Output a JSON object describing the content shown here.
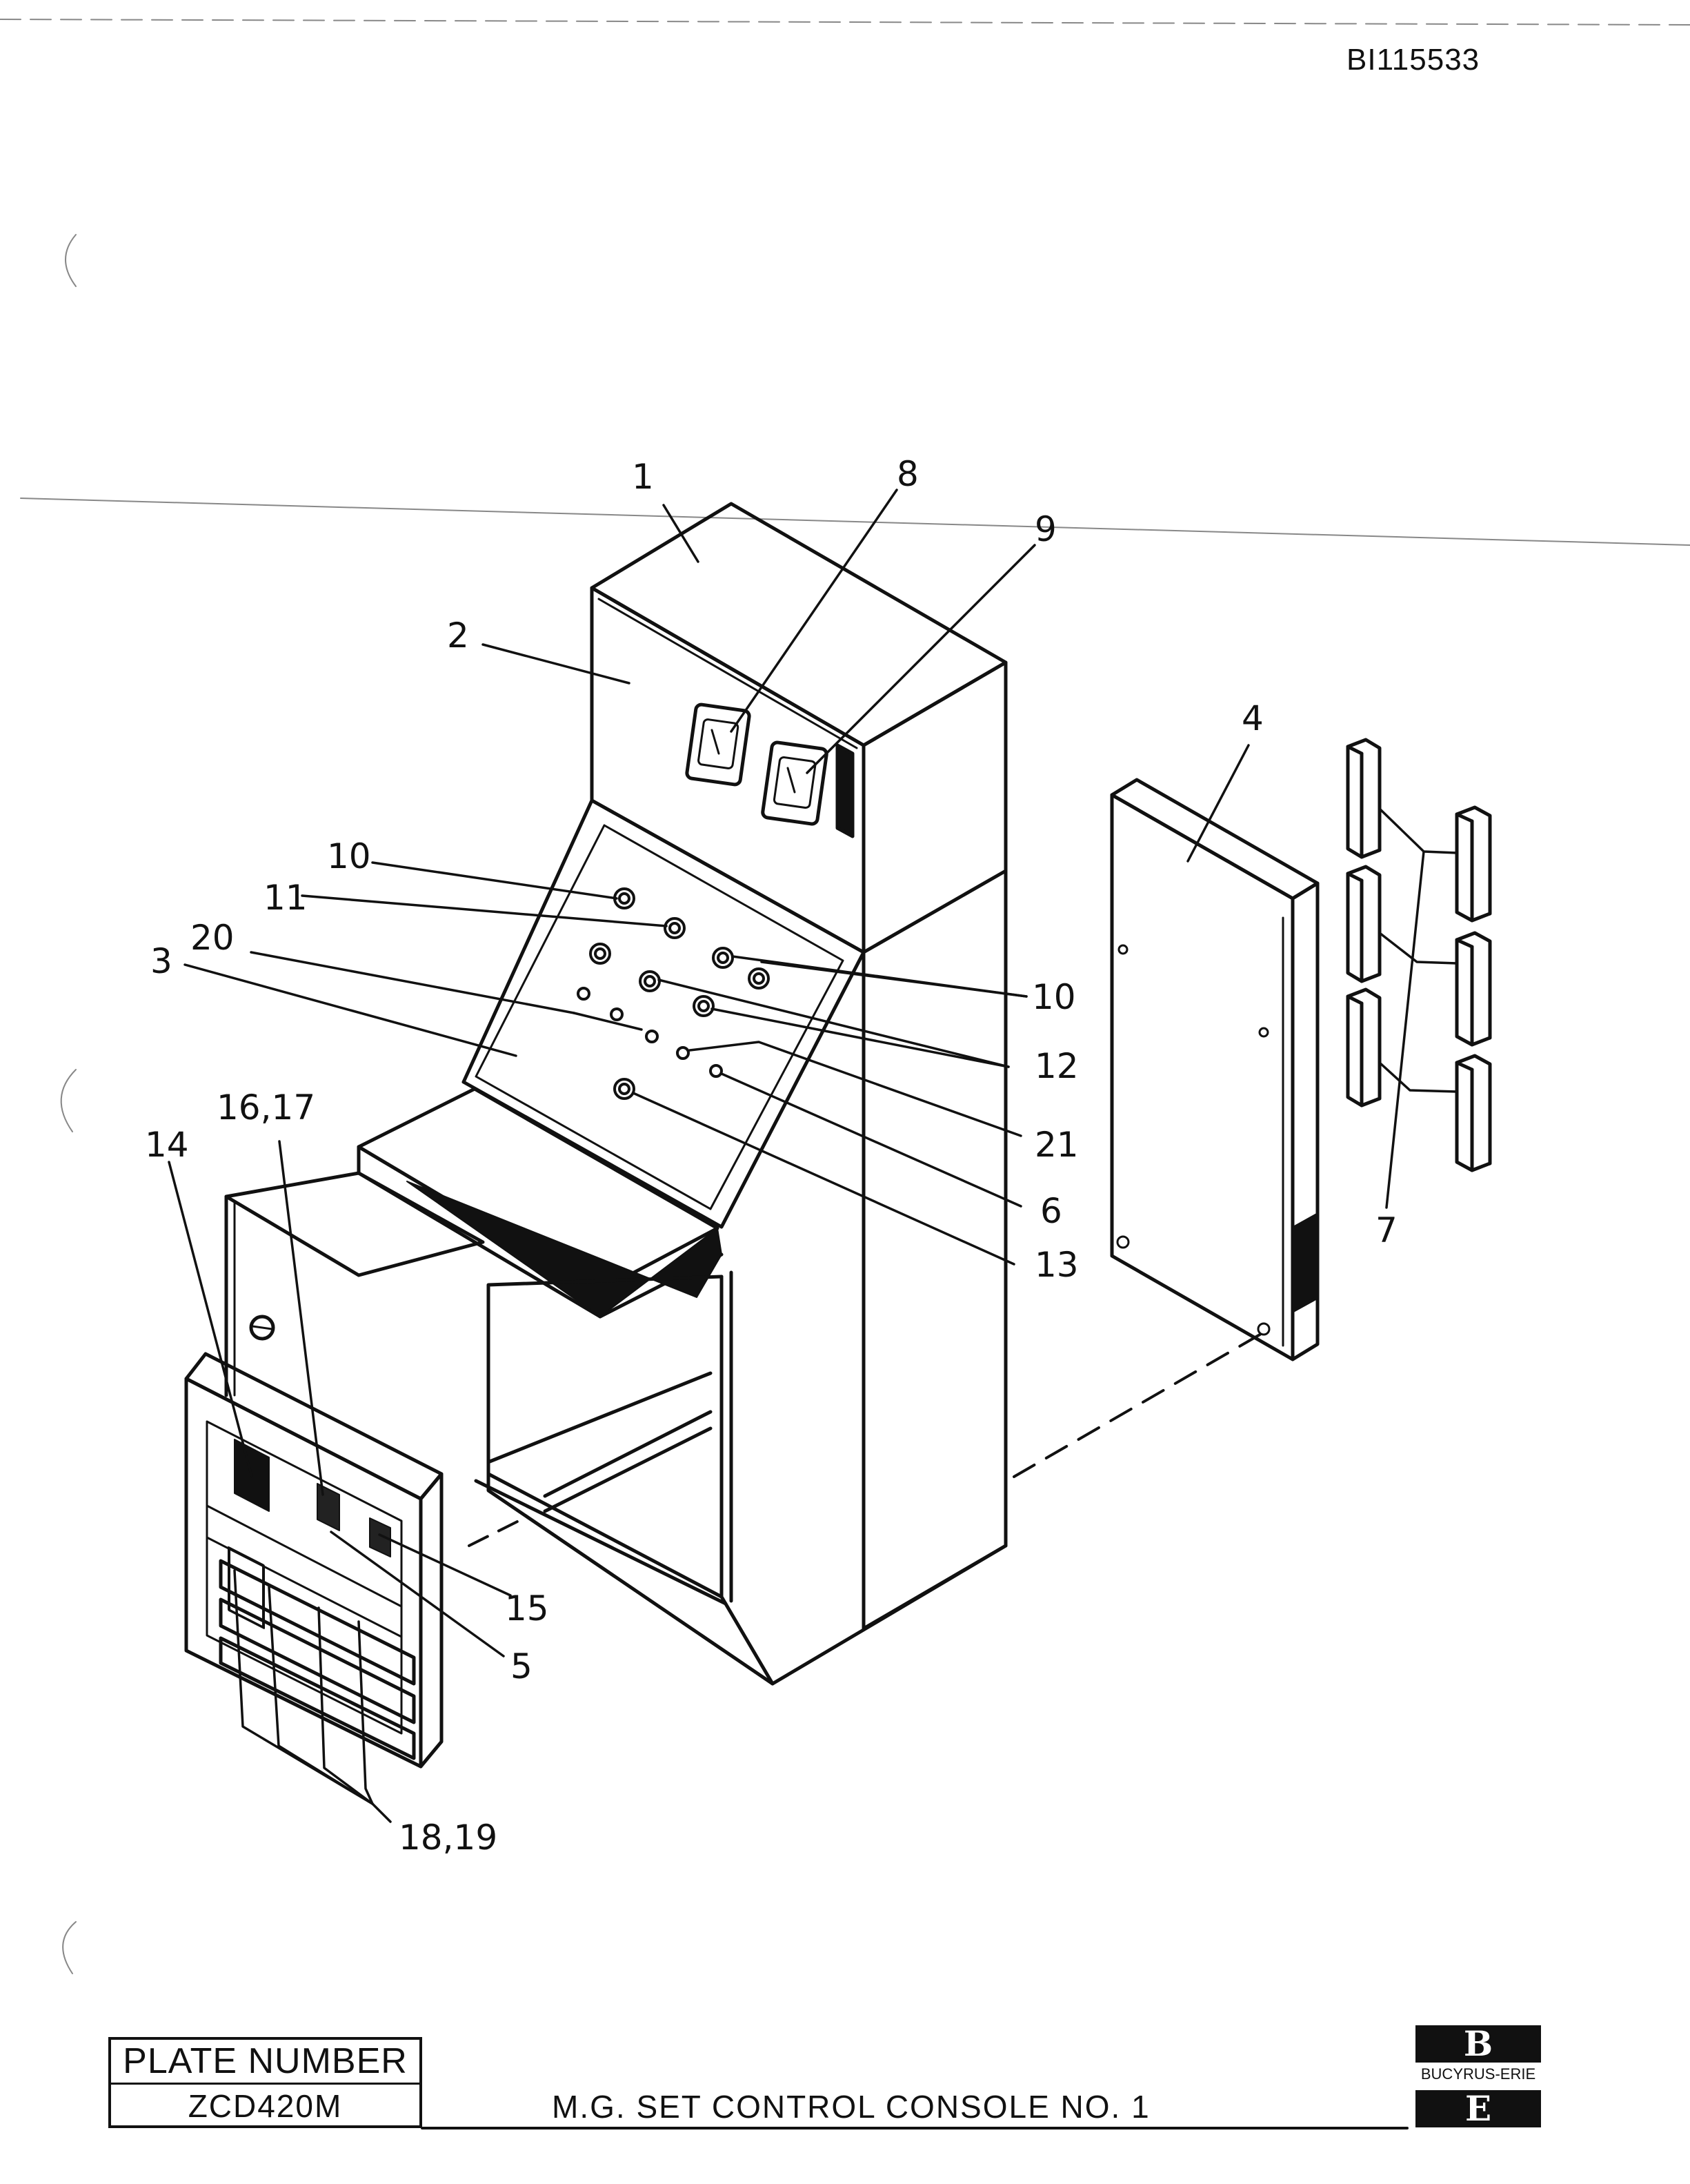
{
  "header": {
    "doc_id": "BI115533"
  },
  "callouts": {
    "c1": "1",
    "c2": "2",
    "c3": "3",
    "c4": "4",
    "c5": "5",
    "c6": "6",
    "c7": "7",
    "c8": "8",
    "c9": "9",
    "c10a": "10",
    "c10b": "10",
    "c11": "11",
    "c12": "12",
    "c13": "13",
    "c14": "14",
    "c15": "15",
    "c16_17": "16,17",
    "c18_19": "18,19",
    "c20": "20",
    "c21": "21"
  },
  "title_block": {
    "plate_label": "PLATE NUMBER",
    "plate_number": "ZCD420M",
    "title": "M.G. SET CONTROL CONSOLE NO. 1",
    "logo_top": "B",
    "logo_name": "BUCYRUS-ERIE",
    "logo_bottom": "E"
  }
}
